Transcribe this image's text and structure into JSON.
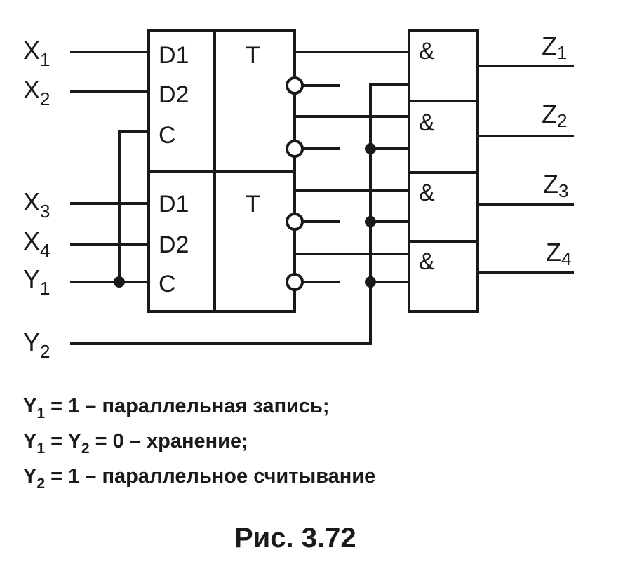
{
  "inputs": {
    "x1": {
      "main": "X",
      "sub": "1"
    },
    "x2": {
      "main": "X",
      "sub": "2"
    },
    "x3": {
      "main": "X",
      "sub": "3"
    },
    "x4": {
      "main": "X",
      "sub": "4"
    },
    "y1": {
      "main": "Y",
      "sub": "1"
    },
    "y2": {
      "main": "Y",
      "sub": "2"
    }
  },
  "outputs": {
    "z1": {
      "main": "Z",
      "sub": "1"
    },
    "z2": {
      "main": "Z",
      "sub": "2"
    },
    "z3": {
      "main": "Z",
      "sub": "3"
    },
    "z4": {
      "main": "Z",
      "sub": "4"
    }
  },
  "flipflops": [
    {
      "pins": [
        "D1",
        "D2",
        "C"
      ],
      "label": "T"
    },
    {
      "pins": [
        "D1",
        "D2",
        "C"
      ],
      "label": "T"
    }
  ],
  "and_gates": [
    "&",
    "&",
    "&",
    "&"
  ],
  "notes": [
    {
      "y": "Y",
      "ysub": "1",
      "text": " = 1 – параллельная запись;"
    },
    {
      "y1": "Y",
      "y1sub": "1",
      "mid": " = ",
      "y2": "Y",
      "y2sub": "2",
      "text": " = 0 – хранение;"
    },
    {
      "y": "Y",
      "ysub": "2",
      "text": " = 1 – параллельное считывание"
    }
  ],
  "caption": "Рис. 3.72",
  "colors": {
    "ink": "#1a1a1a",
    "background": "#ffffff"
  }
}
